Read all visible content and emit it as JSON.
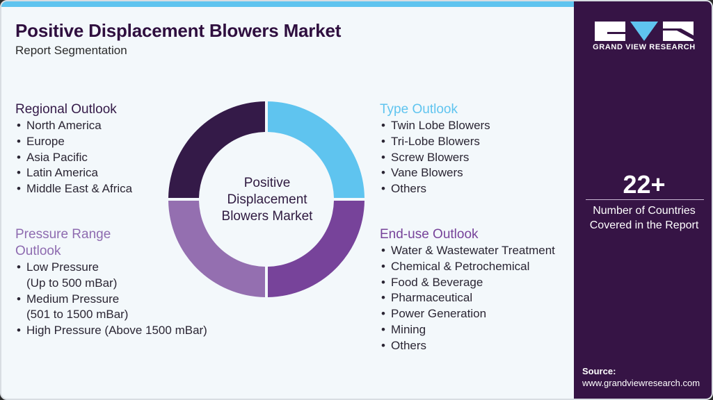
{
  "header": {
    "title": "Positive Displacement Blowers Market",
    "subtitle": "Report Segmentation"
  },
  "colors": {
    "dark_purple": "#341a48",
    "light_blue": "#5fc4ef",
    "mid_purple": "#77439a",
    "lavender": "#946fb0",
    "sidebar_bg": "#361445",
    "page_bg": "#f3f8fb"
  },
  "donut": {
    "center_label": "Positive Displacement Blowers Market",
    "center_lines": [
      "Positive",
      "Displacement",
      "Blowers Market"
    ],
    "segments": [
      {
        "name": "Type Outlook",
        "color": "#5fc4ef",
        "position": "top-right"
      },
      {
        "name": "End-use Outlook",
        "color": "#77439a",
        "position": "bottom-right"
      },
      {
        "name": "Pressure Range Outlook",
        "color": "#946fb0",
        "position": "bottom-left"
      },
      {
        "name": "Regional Outlook",
        "color": "#341a48",
        "position": "top-left"
      }
    ]
  },
  "sections": {
    "regional": {
      "heading": "Regional Outlook",
      "items": [
        "North America",
        "Europe",
        "Asia Pacific",
        "Latin America",
        "Middle East & Africa"
      ]
    },
    "pressure": {
      "heading_line1": "Pressure Range",
      "heading_line2": "Outlook",
      "items": [
        {
          "line1": "Low Pressure",
          "line2": "(Up to 500 mBar)"
        },
        {
          "line1": "Medium Pressure",
          "line2": "(501 to 1500 mBar)"
        },
        {
          "line1": "High Pressure (Above 1500 mBar)",
          "line2": ""
        }
      ]
    },
    "type": {
      "heading": "Type Outlook",
      "items": [
        "Twin Lobe Blowers",
        "Tri-Lobe Blowers",
        "Screw Blowers",
        "Vane Blowers",
        "Others"
      ]
    },
    "enduse": {
      "heading": "End-use Outlook",
      "items": [
        "Water & Wastewater Treatment",
        "Chemical & Petrochemical",
        "Food & Beverage",
        "Pharmaceutical",
        "Power Generation",
        "Mining",
        "Others"
      ]
    }
  },
  "sidebar": {
    "logo_text": "GRAND VIEW RESEARCH",
    "stat_number": "22+",
    "stat_caption_line1": "Number of Countries",
    "stat_caption_line2": "Covered in the Report",
    "source_label": "Source:",
    "source_url": "www.grandviewresearch.com"
  }
}
